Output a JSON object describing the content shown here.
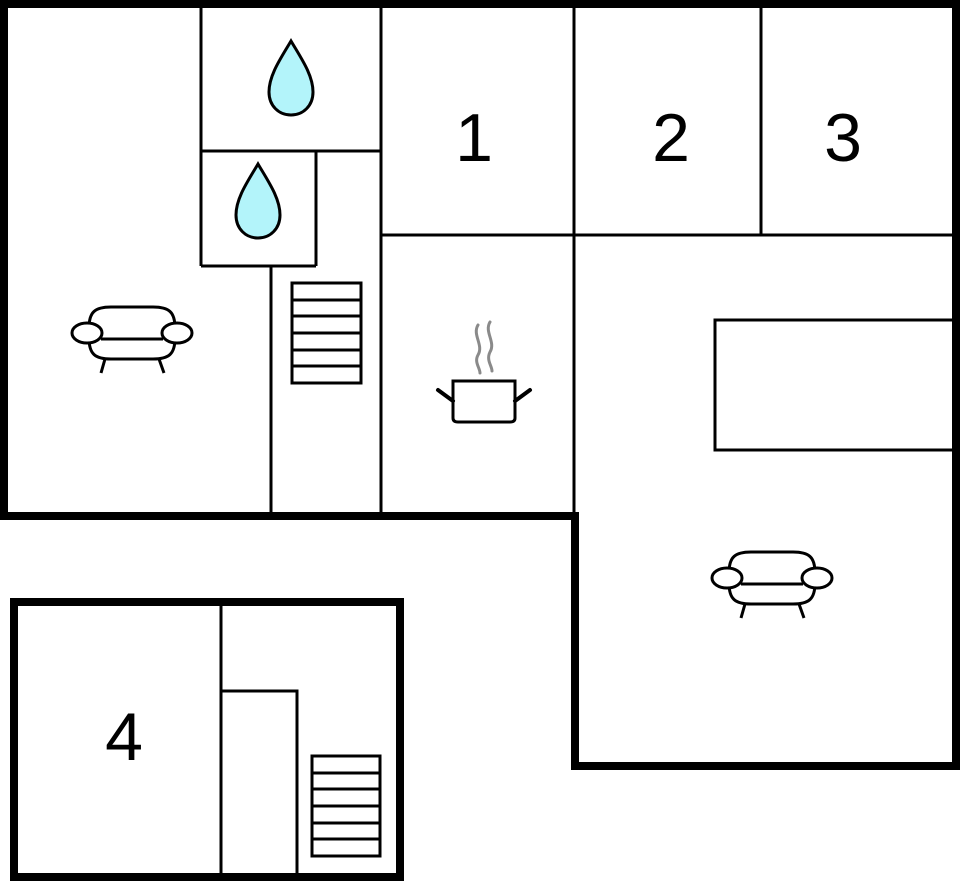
{
  "floorplan": {
    "colors": {
      "wall": "#000000",
      "background": "#ffffff",
      "water_fill": "#b3f4fa",
      "steam": "#8a8a8a"
    },
    "rooms": [
      {
        "id": "bedroom-1",
        "label": "1"
      },
      {
        "id": "bedroom-2",
        "label": "2"
      },
      {
        "id": "bedroom-3",
        "label": "3"
      },
      {
        "id": "bedroom-4",
        "label": "4"
      }
    ],
    "icons": [
      {
        "name": "bathroom-water-drop",
        "symbol": "water-drop-icon"
      },
      {
        "name": "bathroom-water-drop-2",
        "symbol": "water-drop-icon"
      },
      {
        "name": "living-room-sofa",
        "symbol": "armchair-icon"
      },
      {
        "name": "staircase-upper",
        "symbol": "stairs-icon"
      },
      {
        "name": "kitchen-pot",
        "symbol": "cooking-pot-icon"
      },
      {
        "name": "living-room-sofa-2",
        "symbol": "armchair-icon"
      },
      {
        "name": "staircase-lower",
        "symbol": "stairs-icon"
      }
    ]
  }
}
